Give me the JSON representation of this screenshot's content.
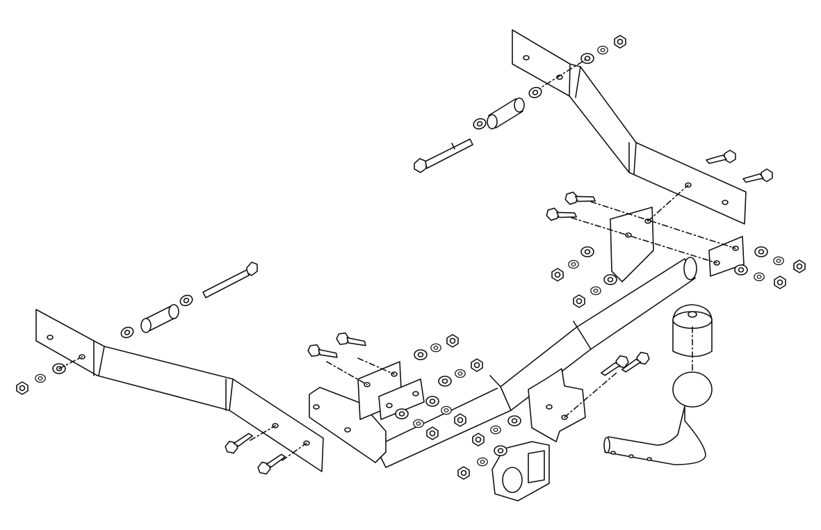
{
  "diagram": {
    "type": "exploded-assembly",
    "line_color": "#111111",
    "fill_color": "#ffffff",
    "parts": [
      {
        "name": "rear-bracket-right",
        "icon": "flat-bracket"
      },
      {
        "name": "rear-bracket-left",
        "icon": "flat-bracket"
      },
      {
        "name": "cross-tube",
        "icon": "tube"
      },
      {
        "name": "tow-ball-neck",
        "icon": "ball-neck"
      },
      {
        "name": "tow-ball-cap",
        "icon": "cap"
      },
      {
        "name": "socket-plate",
        "icon": "electrical-socket-plate"
      },
      {
        "name": "spacer-sleeves",
        "icon": "sleeve"
      },
      {
        "name": "bolts",
        "icon": "hex-bolt"
      },
      {
        "name": "nuts-and-washers",
        "icon": "hex-nut"
      }
    ]
  }
}
